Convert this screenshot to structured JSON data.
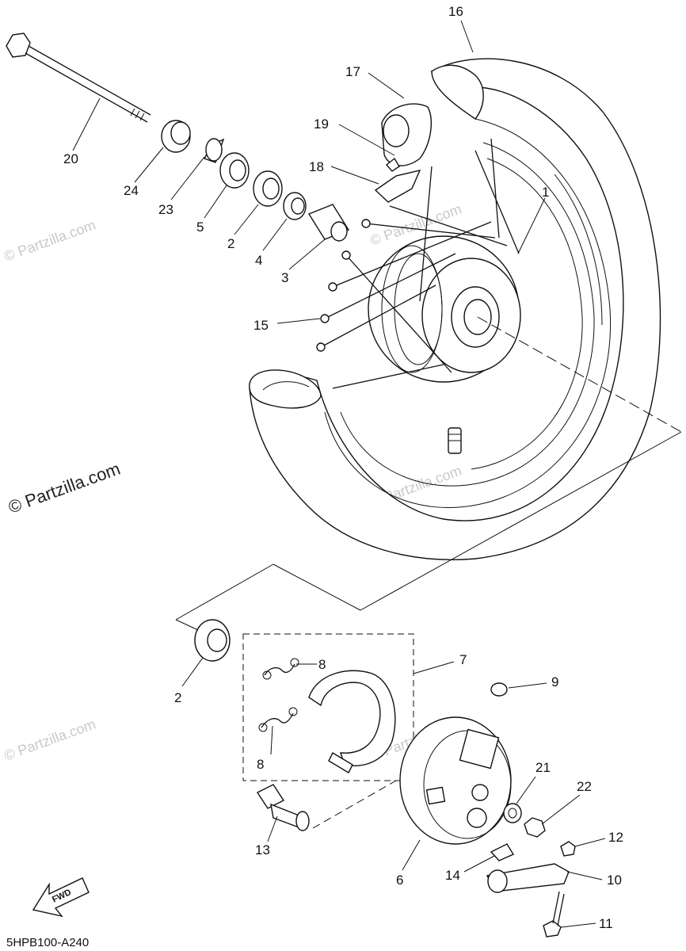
{
  "diagram": {
    "callouts": [
      {
        "id": "c16",
        "text": "16"
      },
      {
        "id": "c17",
        "text": "17"
      },
      {
        "id": "c19",
        "text": "19"
      },
      {
        "id": "c18",
        "text": "18"
      },
      {
        "id": "c1",
        "text": "1"
      },
      {
        "id": "c20",
        "text": "20"
      },
      {
        "id": "c24",
        "text": "24"
      },
      {
        "id": "c23",
        "text": "23"
      },
      {
        "id": "c5",
        "text": "5"
      },
      {
        "id": "c2a",
        "text": "2"
      },
      {
        "id": "c4",
        "text": "4"
      },
      {
        "id": "c3",
        "text": "3"
      },
      {
        "id": "c15",
        "text": "15"
      },
      {
        "id": "c2b",
        "text": "2"
      },
      {
        "id": "c8a",
        "text": "8"
      },
      {
        "id": "c8b",
        "text": "8"
      },
      {
        "id": "c7",
        "text": "7"
      },
      {
        "id": "c9",
        "text": "9"
      },
      {
        "id": "c21",
        "text": "21"
      },
      {
        "id": "c22",
        "text": "22"
      },
      {
        "id": "c12",
        "text": "12"
      },
      {
        "id": "c13",
        "text": "13"
      },
      {
        "id": "c6",
        "text": "6"
      },
      {
        "id": "c14",
        "text": "14"
      },
      {
        "id": "c10",
        "text": "10"
      },
      {
        "id": "c11",
        "text": "11"
      }
    ],
    "fwd_label": "FWD",
    "diagram_code": "5HPB100-A240"
  },
  "watermarks": {
    "main": "© Partzilla.com",
    "faint": "© Partzilla.com"
  },
  "colors": {
    "line": "#111111",
    "watermark": "#c9c9c9"
  }
}
